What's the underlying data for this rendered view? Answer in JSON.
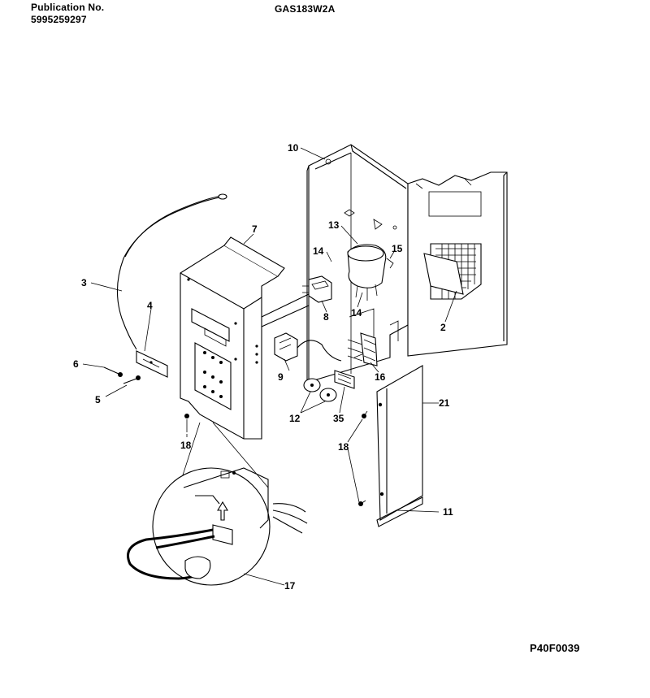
{
  "header": {
    "publication_label": "Publication No.",
    "publication_number": "5995259297",
    "model": "GAS183W2A"
  },
  "figure_code": "P40F0039",
  "callouts": [
    {
      "id": "c10",
      "text": "10"
    },
    {
      "id": "c7",
      "text": "7"
    },
    {
      "id": "c3",
      "text": "3"
    },
    {
      "id": "c4",
      "text": "4"
    },
    {
      "id": "c6",
      "text": "6"
    },
    {
      "id": "c5",
      "text": "5"
    },
    {
      "id": "c13",
      "text": "13"
    },
    {
      "id": "c14a",
      "text": "14"
    },
    {
      "id": "c15",
      "text": "15"
    },
    {
      "id": "c8",
      "text": "8"
    },
    {
      "id": "c14b",
      "text": "14"
    },
    {
      "id": "c2",
      "text": "2"
    },
    {
      "id": "c9",
      "text": "9"
    },
    {
      "id": "c16",
      "text": "16"
    },
    {
      "id": "c21",
      "text": "21"
    },
    {
      "id": "c12",
      "text": "12"
    },
    {
      "id": "c35",
      "text": "35"
    },
    {
      "id": "c18a",
      "text": "18"
    },
    {
      "id": "c18b",
      "text": "18"
    },
    {
      "id": "c11",
      "text": "11"
    },
    {
      "id": "c17",
      "text": "17"
    }
  ]
}
